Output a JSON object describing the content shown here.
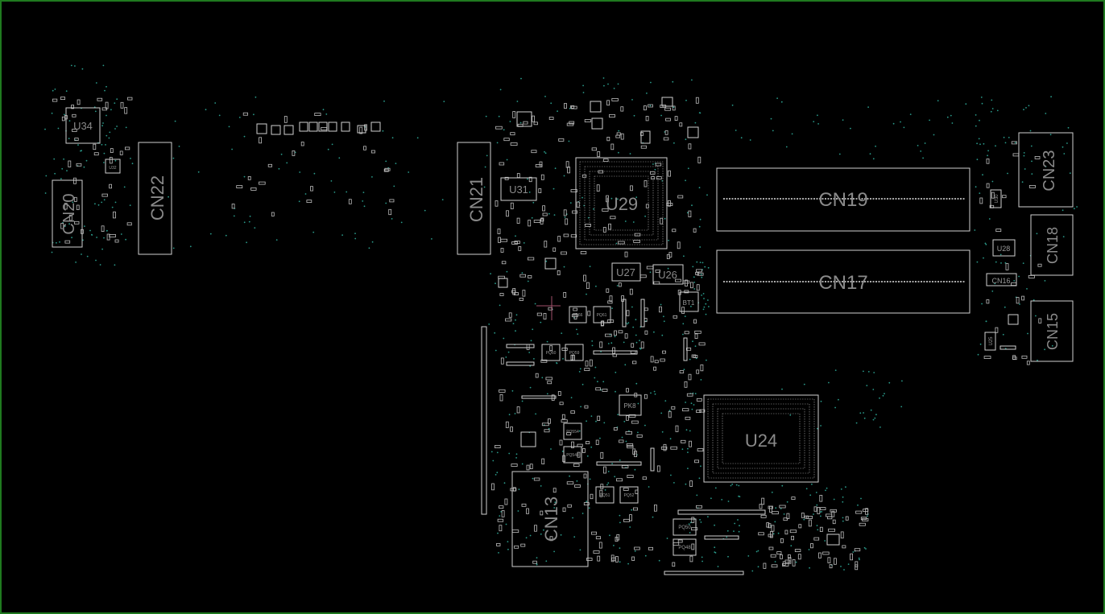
{
  "board": {
    "accent": "#1f7a1f",
    "background": "#000000",
    "outline_color": "#cfcfcf",
    "via_color": "#2a9a8a"
  },
  "labels": {
    "u34": "U34",
    "u32": "U32",
    "cn20": "CN20",
    "cn22": "CN22",
    "cn21": "CN21",
    "u31": "U31",
    "u29": "U29",
    "u27": "U27",
    "u26": "U26",
    "bt1": "BT1",
    "cn19": "CN19",
    "cn17": "CN17",
    "cn23": "CN23",
    "cn18": "CN18",
    "cn15": "CN15",
    "u30": "U30",
    "u28": "U28",
    "cn16": "CN16",
    "u25": "U25",
    "u24": "U24",
    "cn13": "CN13",
    "pq66": "PQ66",
    "pq61": "PQ61",
    "pq60": "PQ60",
    "pq59": "PQ59",
    "pq8": "PK8",
    "pq554": "PQ554",
    "pq544": "PQ544",
    "pq51": "PQ51",
    "pq52": "PQ52",
    "pq50": "PQ50",
    "pq48": "PQ48"
  }
}
